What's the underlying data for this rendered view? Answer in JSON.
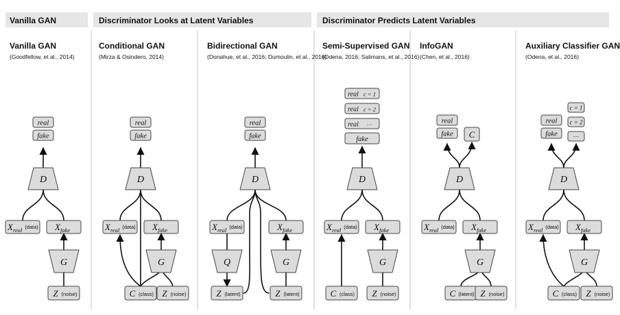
{
  "sections": [
    {
      "title": "Vanilla GAN"
    },
    {
      "title": "Discriminator Looks at Latent Variables"
    },
    {
      "title": "Discriminator Predicts Latent Variables"
    }
  ],
  "panels": [
    {
      "title": "Vanilla GAN",
      "citation": "(Goodfellow, et al., 2014)"
    },
    {
      "title": "Conditional GAN",
      "citation": "(Mirza & Osindero, 2014)"
    },
    {
      "title": "Bidirectional GAN",
      "citation": "(Donahue, et al., 2016;  Dumoulin, et al., 2016)"
    },
    {
      "title": "Semi-Supervised GAN",
      "citation": "(Odena, 2016;  Salimans, et al., 2016)"
    },
    {
      "title": "InfoGAN",
      "citation": "(Chen, et al., 2016)"
    },
    {
      "title": "Auxiliary Classifier GAN",
      "citation": "(Odena, et al., 2016)"
    }
  ],
  "labels": {
    "real": "real",
    "fake": "fake",
    "D": "D",
    "G": "G",
    "Q": "Q",
    "X": "X",
    "Z": "Z",
    "C": "C",
    "sub_real": "real",
    "sub_fake": "fake",
    "data": "(data)",
    "noise": "(noise)",
    "class": "(class)",
    "latent": "(latent)",
    "c1": "c = 1",
    "c2": "c = 2",
    "dots": "···"
  },
  "colors": {
    "header_bg": "#e6e6e6",
    "box_fill": "#dcdcdc",
    "box_stroke": "#444444",
    "divider": "#cfcfcf",
    "line": "#111111"
  }
}
